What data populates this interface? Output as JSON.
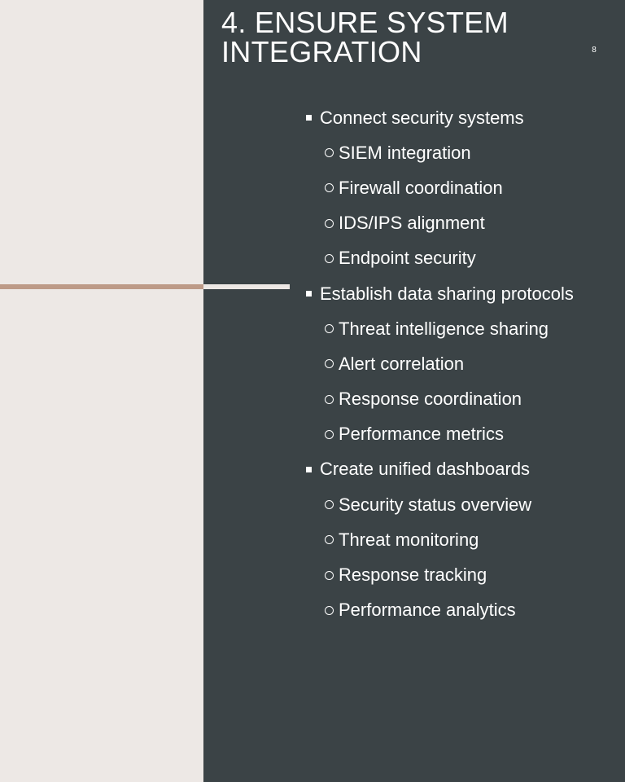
{
  "slide": {
    "title": "4. Ensure System Integration",
    "number": "8"
  },
  "bullets": [
    {
      "text": "Connect security systems",
      "children": [
        "SIEM integration",
        "Firewall coordination",
        "IDS/IPS alignment",
        "Endpoint security"
      ]
    },
    {
      "text": "Establish data sharing protocols",
      "children": [
        "Threat intelligence sharing",
        "Alert correlation",
        "Response coordination",
        "Performance metrics"
      ]
    },
    {
      "text": "Create unified dashboards",
      "children": [
        "Security status overview",
        "Threat monitoring",
        "Response tracking",
        "Performance analytics"
      ]
    }
  ],
  "colors": {
    "panel_dark": "#3b4346",
    "panel_light": "#ede8e5",
    "accent": "#bd9a87",
    "text": "#ffffff"
  }
}
